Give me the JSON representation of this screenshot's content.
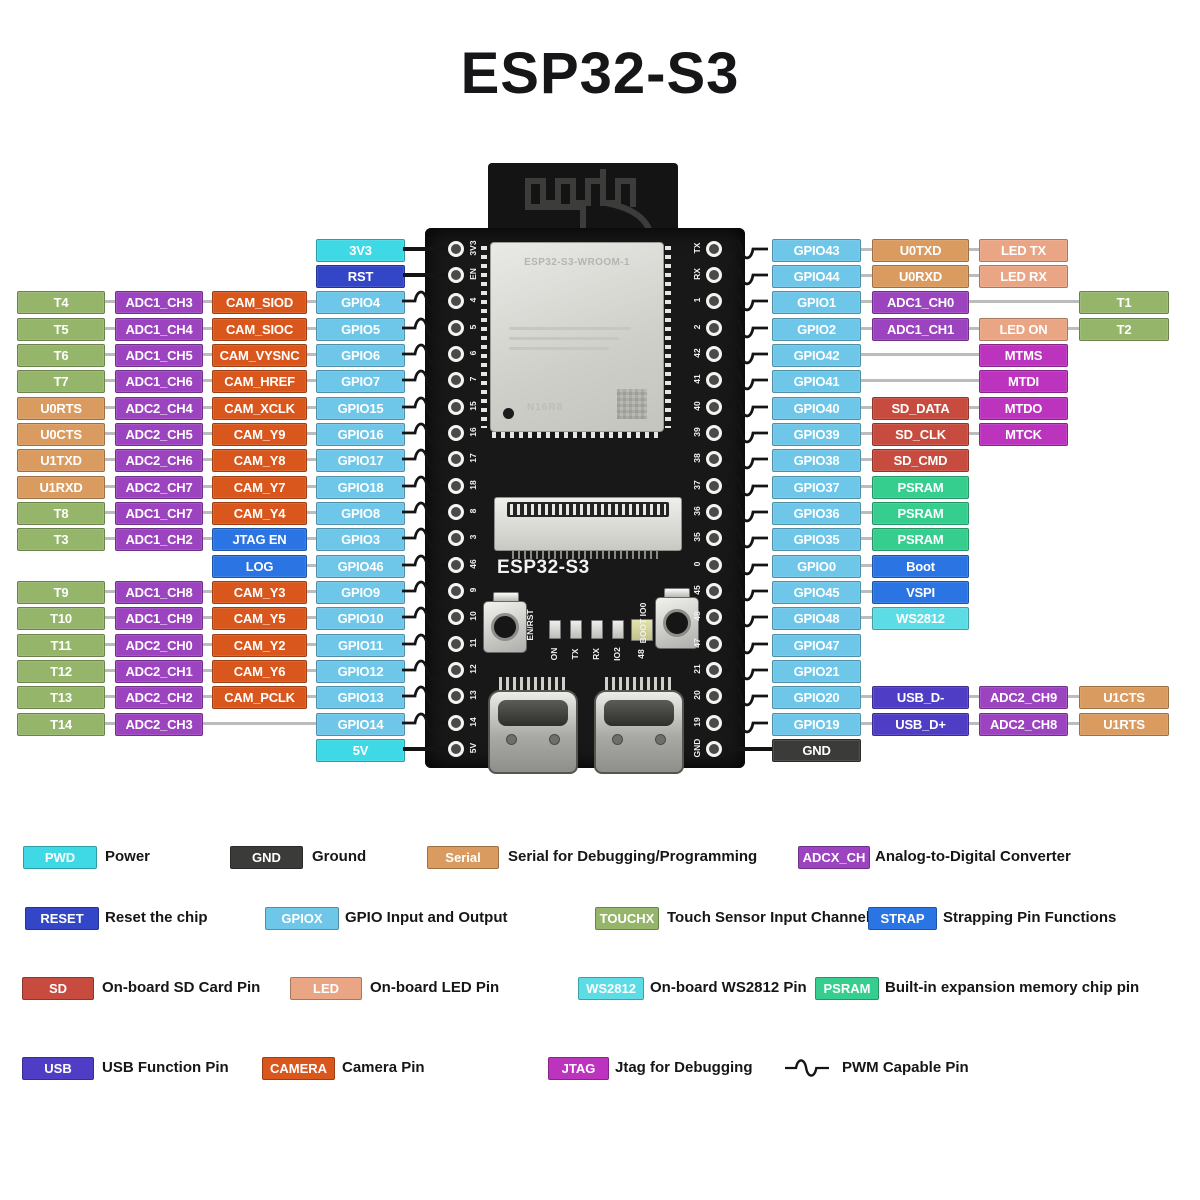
{
  "title": "ESP32-S3",
  "colors": {
    "power": "#3FD9E6",
    "gnd": "#3B3B39",
    "serial": "#D99B5F",
    "adc": "#9C43BF",
    "reset": "#3346C8",
    "gpio": "#6EC6E8",
    "touch": "#95B56B",
    "strap": "#2B74E4",
    "sd": "#C74B3E",
    "led": "#E9A584",
    "ws2812": "#5CDCE4",
    "psram": "#36CE8E",
    "usb": "#4F3EC5",
    "camera": "#D9571D",
    "jtag": "#BC33BE"
  },
  "board": {
    "silkscreen": "ESP32-S3",
    "module_label": "ESP32-S3-WROOM-1",
    "module_code": "N16R8",
    "reset_button_label": "EN/RST",
    "boot_button_label": "BOOT IO0",
    "led_labels": [
      "ON",
      "TX",
      "RX",
      "IO2",
      "48"
    ]
  },
  "left_rows": [
    {
      "pin": "3V3",
      "pwm": false,
      "cells": [
        {
          "col": 3,
          "label": "3V3",
          "cat": "power"
        }
      ]
    },
    {
      "pin": "EN",
      "pwm": false,
      "cells": [
        {
          "col": 3,
          "label": "RST",
          "cat": "reset"
        }
      ]
    },
    {
      "pin": "4",
      "pwm": true,
      "cells": [
        {
          "col": 0,
          "label": "T4",
          "cat": "touch"
        },
        {
          "col": 1,
          "label": "ADC1_CH3",
          "cat": "adc"
        },
        {
          "col": 2,
          "label": "CAM_SIOD",
          "cat": "camera"
        },
        {
          "col": 3,
          "label": "GPIO4",
          "cat": "gpio"
        }
      ]
    },
    {
      "pin": "5",
      "pwm": true,
      "cells": [
        {
          "col": 0,
          "label": "T5",
          "cat": "touch"
        },
        {
          "col": 1,
          "label": "ADC1_CH4",
          "cat": "adc"
        },
        {
          "col": 2,
          "label": "CAM_SIOC",
          "cat": "camera"
        },
        {
          "col": 3,
          "label": "GPIO5",
          "cat": "gpio"
        }
      ]
    },
    {
      "pin": "6",
      "pwm": true,
      "cells": [
        {
          "col": 0,
          "label": "T6",
          "cat": "touch"
        },
        {
          "col": 1,
          "label": "ADC1_CH5",
          "cat": "adc"
        },
        {
          "col": 2,
          "label": "CAM_VYSNC",
          "cat": "camera"
        },
        {
          "col": 3,
          "label": "GPIO6",
          "cat": "gpio"
        }
      ]
    },
    {
      "pin": "7",
      "pwm": true,
      "cells": [
        {
          "col": 0,
          "label": "T7",
          "cat": "touch"
        },
        {
          "col": 1,
          "label": "ADC1_CH6",
          "cat": "adc"
        },
        {
          "col": 2,
          "label": "CAM_HREF",
          "cat": "camera"
        },
        {
          "col": 3,
          "label": "GPIO7",
          "cat": "gpio"
        }
      ]
    },
    {
      "pin": "15",
      "pwm": true,
      "cells": [
        {
          "col": 0,
          "label": "U0RTS",
          "cat": "serial"
        },
        {
          "col": 1,
          "label": "ADC2_CH4",
          "cat": "adc"
        },
        {
          "col": 2,
          "label": "CAM_XCLK",
          "cat": "camera"
        },
        {
          "col": 3,
          "label": "GPIO15",
          "cat": "gpio"
        }
      ]
    },
    {
      "pin": "16",
      "pwm": true,
      "cells": [
        {
          "col": 0,
          "label": "U0CTS",
          "cat": "serial"
        },
        {
          "col": 1,
          "label": "ADC2_CH5",
          "cat": "adc"
        },
        {
          "col": 2,
          "label": "CAM_Y9",
          "cat": "camera"
        },
        {
          "col": 3,
          "label": "GPIO16",
          "cat": "gpio"
        }
      ]
    },
    {
      "pin": "17",
      "pwm": true,
      "cells": [
        {
          "col": 0,
          "label": "U1TXD",
          "cat": "serial"
        },
        {
          "col": 1,
          "label": "ADC2_CH6",
          "cat": "adc"
        },
        {
          "col": 2,
          "label": "CAM_Y8",
          "cat": "camera"
        },
        {
          "col": 3,
          "label": "GPIO17",
          "cat": "gpio"
        }
      ]
    },
    {
      "pin": "18",
      "pwm": true,
      "cells": [
        {
          "col": 0,
          "label": "U1RXD",
          "cat": "serial"
        },
        {
          "col": 1,
          "label": "ADC2_CH7",
          "cat": "adc"
        },
        {
          "col": 2,
          "label": "CAM_Y7",
          "cat": "camera"
        },
        {
          "col": 3,
          "label": "GPIO18",
          "cat": "gpio"
        }
      ]
    },
    {
      "pin": "8",
      "pwm": true,
      "cells": [
        {
          "col": 0,
          "label": "T8",
          "cat": "touch"
        },
        {
          "col": 1,
          "label": "ADC1_CH7",
          "cat": "adc"
        },
        {
          "col": 2,
          "label": "CAM_Y4",
          "cat": "camera"
        },
        {
          "col": 3,
          "label": "GPIO8",
          "cat": "gpio"
        }
      ]
    },
    {
      "pin": "3",
      "pwm": true,
      "cells": [
        {
          "col": 0,
          "label": "T3",
          "cat": "touch"
        },
        {
          "col": 1,
          "label": "ADC1_CH2",
          "cat": "adc"
        },
        {
          "col": 2,
          "label": "JTAG EN",
          "cat": "strap"
        },
        {
          "col": 3,
          "label": "GPIO3",
          "cat": "gpio"
        }
      ]
    },
    {
      "pin": "46",
      "pwm": true,
      "cells": [
        {
          "col": 2,
          "label": "LOG",
          "cat": "strap"
        },
        {
          "col": 3,
          "label": "GPIO46",
          "cat": "gpio"
        }
      ]
    },
    {
      "pin": "9",
      "pwm": true,
      "cells": [
        {
          "col": 0,
          "label": "T9",
          "cat": "touch"
        },
        {
          "col": 1,
          "label": "ADC1_CH8",
          "cat": "adc"
        },
        {
          "col": 2,
          "label": "CAM_Y3",
          "cat": "camera"
        },
        {
          "col": 3,
          "label": "GPIO9",
          "cat": "gpio"
        }
      ]
    },
    {
      "pin": "10",
      "pwm": true,
      "cells": [
        {
          "col": 0,
          "label": "T10",
          "cat": "touch"
        },
        {
          "col": 1,
          "label": "ADC1_CH9",
          "cat": "adc"
        },
        {
          "col": 2,
          "label": "CAM_Y5",
          "cat": "camera"
        },
        {
          "col": 3,
          "label": "GPIO10",
          "cat": "gpio"
        }
      ]
    },
    {
      "pin": "11",
      "pwm": true,
      "cells": [
        {
          "col": 0,
          "label": "T11",
          "cat": "touch"
        },
        {
          "col": 1,
          "label": "ADC2_CH0",
          "cat": "adc"
        },
        {
          "col": 2,
          "label": "CAM_Y2",
          "cat": "camera"
        },
        {
          "col": 3,
          "label": "GPIO11",
          "cat": "gpio"
        }
      ]
    },
    {
      "pin": "12",
      "pwm": true,
      "cells": [
        {
          "col": 0,
          "label": "T12",
          "cat": "touch"
        },
        {
          "col": 1,
          "label": "ADC2_CH1",
          "cat": "adc"
        },
        {
          "col": 2,
          "label": "CAM_Y6",
          "cat": "camera"
        },
        {
          "col": 3,
          "label": "GPIO12",
          "cat": "gpio"
        }
      ]
    },
    {
      "pin": "13",
      "pwm": true,
      "cells": [
        {
          "col": 0,
          "label": "T13",
          "cat": "touch"
        },
        {
          "col": 1,
          "label": "ADC2_CH2",
          "cat": "adc"
        },
        {
          "col": 2,
          "label": "CAM_PCLK",
          "cat": "camera"
        },
        {
          "col": 3,
          "label": "GPIO13",
          "cat": "gpio"
        }
      ]
    },
    {
      "pin": "14",
      "pwm": true,
      "cells": [
        {
          "col": 0,
          "label": "T14",
          "cat": "touch"
        },
        {
          "col": 1,
          "label": "ADC2_CH3",
          "cat": "adc"
        },
        {
          "col": 3,
          "label": "GPIO14",
          "cat": "gpio"
        }
      ]
    },
    {
      "pin": "5V",
      "pwm": false,
      "cells": [
        {
          "col": 3,
          "label": "5V",
          "cat": "power"
        }
      ]
    }
  ],
  "right_rows": [
    {
      "pin": "TX",
      "pwm": true,
      "cells": [
        {
          "col": 0,
          "label": "GPIO43",
          "cat": "gpio"
        },
        {
          "col": 1,
          "label": "U0TXD",
          "cat": "serial"
        },
        {
          "col": 2,
          "label": "LED TX",
          "cat": "led"
        }
      ]
    },
    {
      "pin": "RX",
      "pwm": true,
      "cells": [
        {
          "col": 0,
          "label": "GPIO44",
          "cat": "gpio"
        },
        {
          "col": 1,
          "label": "U0RXD",
          "cat": "serial"
        },
        {
          "col": 2,
          "label": "LED RX",
          "cat": "led"
        }
      ]
    },
    {
      "pin": "1",
      "pwm": true,
      "cells": [
        {
          "col": 0,
          "label": "GPIO1",
          "cat": "gpio"
        },
        {
          "col": 1,
          "label": "ADC1_CH0",
          "cat": "adc"
        },
        {
          "col": 3,
          "label": "T1",
          "cat": "touch"
        }
      ]
    },
    {
      "pin": "2",
      "pwm": true,
      "cells": [
        {
          "col": 0,
          "label": "GPIO2",
          "cat": "gpio"
        },
        {
          "col": 1,
          "label": "ADC1_CH1",
          "cat": "adc"
        },
        {
          "col": 2,
          "label": "LED ON",
          "cat": "led"
        },
        {
          "col": 3,
          "label": "T2",
          "cat": "touch"
        }
      ]
    },
    {
      "pin": "42",
      "pwm": true,
      "cells": [
        {
          "col": 0,
          "label": "GPIO42",
          "cat": "gpio"
        },
        {
          "col": 2,
          "label": "MTMS",
          "cat": "jtag"
        }
      ]
    },
    {
      "pin": "41",
      "pwm": true,
      "cells": [
        {
          "col": 0,
          "label": "GPIO41",
          "cat": "gpio"
        },
        {
          "col": 2,
          "label": "MTDI",
          "cat": "jtag"
        }
      ]
    },
    {
      "pin": "40",
      "pwm": true,
      "cells": [
        {
          "col": 0,
          "label": "GPIO40",
          "cat": "gpio"
        },
        {
          "col": 1,
          "label": "SD_DATA",
          "cat": "sd"
        },
        {
          "col": 2,
          "label": "MTDO",
          "cat": "jtag"
        }
      ]
    },
    {
      "pin": "39",
      "pwm": true,
      "cells": [
        {
          "col": 0,
          "label": "GPIO39",
          "cat": "gpio"
        },
        {
          "col": 1,
          "label": "SD_CLK",
          "cat": "sd"
        },
        {
          "col": 2,
          "label": "MTCK",
          "cat": "jtag"
        }
      ]
    },
    {
      "pin": "38",
      "pwm": true,
      "cells": [
        {
          "col": 0,
          "label": "GPIO38",
          "cat": "gpio"
        },
        {
          "col": 1,
          "label": "SD_CMD",
          "cat": "sd"
        }
      ]
    },
    {
      "pin": "37",
      "pwm": true,
      "cells": [
        {
          "col": 0,
          "label": "GPIO37",
          "cat": "gpio"
        },
        {
          "col": 1,
          "label": "PSRAM",
          "cat": "psram"
        }
      ]
    },
    {
      "pin": "36",
      "pwm": true,
      "cells": [
        {
          "col": 0,
          "label": "GPIO36",
          "cat": "gpio"
        },
        {
          "col": 1,
          "label": "PSRAM",
          "cat": "psram"
        }
      ]
    },
    {
      "pin": "35",
      "pwm": true,
      "cells": [
        {
          "col": 0,
          "label": "GPIO35",
          "cat": "gpio"
        },
        {
          "col": 1,
          "label": "PSRAM",
          "cat": "psram"
        }
      ]
    },
    {
      "pin": "0",
      "pwm": true,
      "cells": [
        {
          "col": 0,
          "label": "GPIO0",
          "cat": "gpio"
        },
        {
          "col": 1,
          "label": "Boot",
          "cat": "strap"
        }
      ]
    },
    {
      "pin": "45",
      "pwm": true,
      "cells": [
        {
          "col": 0,
          "label": "GPIO45",
          "cat": "gpio"
        },
        {
          "col": 1,
          "label": "VSPI",
          "cat": "strap"
        }
      ]
    },
    {
      "pin": "48",
      "pwm": true,
      "cells": [
        {
          "col": 0,
          "label": "GPIO48",
          "cat": "gpio"
        },
        {
          "col": 1,
          "label": "WS2812",
          "cat": "ws2812"
        }
      ]
    },
    {
      "pin": "47",
      "pwm": true,
      "cells": [
        {
          "col": 0,
          "label": "GPIO47",
          "cat": "gpio"
        }
      ]
    },
    {
      "pin": "21",
      "pwm": true,
      "cells": [
        {
          "col": 0,
          "label": "GPIO21",
          "cat": "gpio"
        }
      ]
    },
    {
      "pin": "20",
      "pwm": true,
      "cells": [
        {
          "col": 0,
          "label": "GPIO20",
          "cat": "gpio"
        },
        {
          "col": 1,
          "label": "USB_D-",
          "cat": "usb"
        },
        {
          "col": 2,
          "label": "ADC2_CH9",
          "cat": "adc"
        },
        {
          "col": 3,
          "label": "U1CTS",
          "cat": "serial"
        }
      ]
    },
    {
      "pin": "19",
      "pwm": true,
      "cells": [
        {
          "col": 0,
          "label": "GPIO19",
          "cat": "gpio"
        },
        {
          "col": 1,
          "label": "USB_D+",
          "cat": "usb"
        },
        {
          "col": 2,
          "label": "ADC2_CH8",
          "cat": "adc"
        },
        {
          "col": 3,
          "label": "U1RTS",
          "cat": "serial"
        }
      ]
    },
    {
      "pin": "GND",
      "pwm": false,
      "cells": [
        {
          "col": 0,
          "label": "GND",
          "cat": "gnd"
        }
      ]
    }
  ],
  "legend": {
    "rows": [
      [
        {
          "chip": "PWD",
          "cat": "power",
          "text": "Power"
        },
        {
          "chip": "GND",
          "cat": "gnd",
          "text": "Ground"
        },
        {
          "chip": "Serial",
          "cat": "serial",
          "text": "Serial for Debugging/Programming"
        },
        {
          "chip": "ADCX_CH",
          "cat": "adc",
          "text": "Analog-to-Digital Converter"
        }
      ],
      [
        {
          "chip": "RESET",
          "cat": "reset",
          "text": "Reset the chip"
        },
        {
          "chip": "GPIOX",
          "cat": "gpio",
          "text": "GPIO Input and Output"
        },
        {
          "chip": "TOUCHX",
          "cat": "touch",
          "text": "Touch Sensor Input Channel"
        },
        {
          "chip": "STRAP",
          "cat": "strap",
          "text": "Strapping Pin Functions"
        }
      ],
      [
        {
          "chip": "SD",
          "cat": "sd",
          "text": "On-board SD Card Pin"
        },
        {
          "chip": "LED",
          "cat": "led",
          "text": "On-board LED Pin"
        },
        {
          "chip": "WS2812",
          "cat": "ws2812",
          "text": "On-board WS2812 Pin"
        },
        {
          "chip": "PSRAM",
          "cat": "psram",
          "text": "Built-in expansion memory chip pin"
        }
      ],
      [
        {
          "chip": "USB",
          "cat": "usb",
          "text": "USB Function Pin"
        },
        {
          "chip": "CAMERA",
          "cat": "camera",
          "text": "Camera Pin"
        },
        {
          "chip": "JTAG",
          "cat": "jtag",
          "text": "Jtag for Debugging"
        },
        {
          "pwm": true,
          "text": "PWM Capable Pin"
        }
      ]
    ]
  }
}
